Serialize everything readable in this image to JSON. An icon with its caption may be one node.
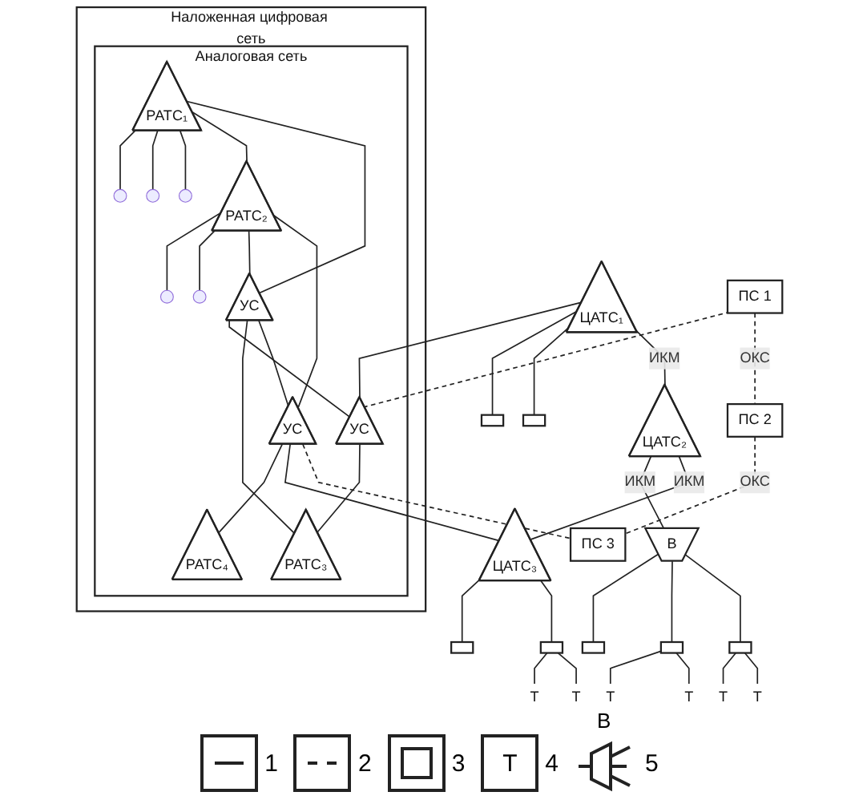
{
  "diagram": {
    "nodes": [
      {
        "text": [
          "Наложенная цифровая сеть"
        ]
      },
      {
        "text": [
          "Аналоговая сеть"
        ],
        "in": 0
      },
      {
        "text": [
          "ЦАТС₂"
        ]
      },
      {
        "text": [
          "ПС 2"
        ]
      },
      {
        "text": [
          "В"
        ]
      },
      {
        "text": [],
        "shape": "box"
      },
      {
        "text": [],
        "shape": "box"
      },
      {
        "text": [],
        "shape": "box"
      },
      {
        "text": [
          "Т"
        ]
      },
      {
        "text": [
          "Т"
        ]
      },
      {
        "text": [
          "Т"
        ]
      },
      {
        "text": [
          "Т"
        ]
      },
      {
        "text": [],
        "shape": "box"
      },
      {
        "text": [],
        "shape": "box"
      },
      {
        "text": [
          "ЦАТС₁"
        ]
      },
      {
        "text": [
          "ПС 1"
        ]
      },
      {
        "text": [],
        "shape": "box"
      },
      {
        "text": [],
        "shape": "box"
      },
      {
        "text": [
          "Т"
        ]
      },
      {
        "text": [
          "Т"
        ]
      },
      {
        "text": [
          "ЦАТС₃"
        ]
      },
      {
        "text": [
          "ПС 3"
        ]
      },
      {
        "text": [],
        "shape": "circle",
        "in": 1
      },
      {
        "text": [],
        "shape": "circle",
        "in": 1
      },
      {
        "text": [
          "РАТС₂"
        ],
        "in": 1
      },
      {
        "text": [],
        "shape": "circle",
        "in": 1
      },
      {
        "text": [],
        "shape": "circle",
        "in": 1
      },
      {
        "text": [
          "РАТС₁"
        ],
        "in": 1
      },
      {
        "text": [
          "УС"
        ],
        "in": 1
      },
      {
        "text": [
          "УС"
        ],
        "in": 1
      },
      {
        "text": [],
        "shape": "circle",
        "in": 1
      },
      {
        "text": [
          "УС"
        ],
        "in": 1
      },
      {
        "text": [
          "РАТС₃"
        ],
        "in": 1
      },
      {
        "text": [
          "РАТС₄"
        ],
        "in": 1
      }
    ],
    "edges": [
      {
        "from": 2,
        "to": 4,
        "arrow": "none",
        "label": "ИКМ"
      },
      {
        "from": 4,
        "to": 5,
        "arrow": "none"
      },
      {
        "from": 4,
        "to": 6,
        "arrow": "none"
      },
      {
        "from": 4,
        "to": 7,
        "arrow": "none"
      },
      {
        "from": 6,
        "to": 8,
        "arrow": "none"
      },
      {
        "from": 6,
        "to": 9,
        "arrow": "none"
      },
      {
        "from": 7,
        "to": 10,
        "arrow": "none"
      },
      {
        "from": 7,
        "to": 11,
        "arrow": "none"
      },
      {
        "from": 14,
        "to": 12,
        "arrow": "none"
      },
      {
        "from": 14,
        "to": 13,
        "arrow": "none"
      },
      {
        "from": 20,
        "to": 16,
        "arrow": "none"
      },
      {
        "from": 20,
        "to": 17,
        "arrow": "none"
      },
      {
        "from": 17,
        "to": 18,
        "arrow": "none"
      },
      {
        "from": 17,
        "to": 19,
        "arrow": "none"
      },
      {
        "from": 14,
        "to": 2,
        "arrow": "none",
        "label": "ИКМ"
      },
      {
        "from": 2,
        "to": 20,
        "arrow": "none",
        "label": "ИКМ"
      },
      {
        "from": 15,
        "to": 3,
        "arrow": "none",
        "label": "ОКС",
        "style": "dashed"
      },
      {
        "from": 3,
        "to": 21,
        "arrow": "none",
        "label": "ОКС",
        "style": "dashed"
      },
      {
        "from": 24,
        "to": 22,
        "arrow": "none"
      },
      {
        "from": 24,
        "to": 23,
        "arrow": "none"
      },
      {
        "from": 27,
        "to": 25,
        "arrow": "none"
      },
      {
        "from": 27,
        "to": 26,
        "arrow": "none"
      },
      {
        "from": 27,
        "to": 30,
        "arrow": "none"
      },
      {
        "from": 27,
        "to": 24,
        "arrow": "none"
      },
      {
        "from": 27,
        "to": 28,
        "arrow": "none"
      },
      {
        "from": 24,
        "to": 28,
        "arrow": "none"
      },
      {
        "from": 24,
        "to": 29,
        "arrow": "none"
      },
      {
        "from": 28,
        "to": 31,
        "arrow": "none"
      },
      {
        "from": 28,
        "to": 32,
        "arrow": "none"
      },
      {
        "from": 28,
        "to": 29,
        "arrow": "none"
      },
      {
        "from": 31,
        "to": 32,
        "arrow": "none"
      },
      {
        "from": 29,
        "to": 33,
        "arrow": "none"
      },
      {
        "from": 14,
        "to": 31,
        "arrow": "none"
      },
      {
        "from": 15,
        "to": 31,
        "arrow": "none",
        "style": "dashed"
      },
      {
        "from": 29,
        "to": 20,
        "arrow": "none"
      },
      {
        "from": 29,
        "to": 21,
        "arrow": "none",
        "style": "dashed"
      }
    ],
    "labels": [
      "Т",
      "В"
    ],
    "legend": [
      {
        "text": "1"
      },
      {
        "text": "2"
      },
      {
        "text": "3"
      },
      {
        "text": "4"
      },
      {
        "text": "5"
      }
    ]
  }
}
